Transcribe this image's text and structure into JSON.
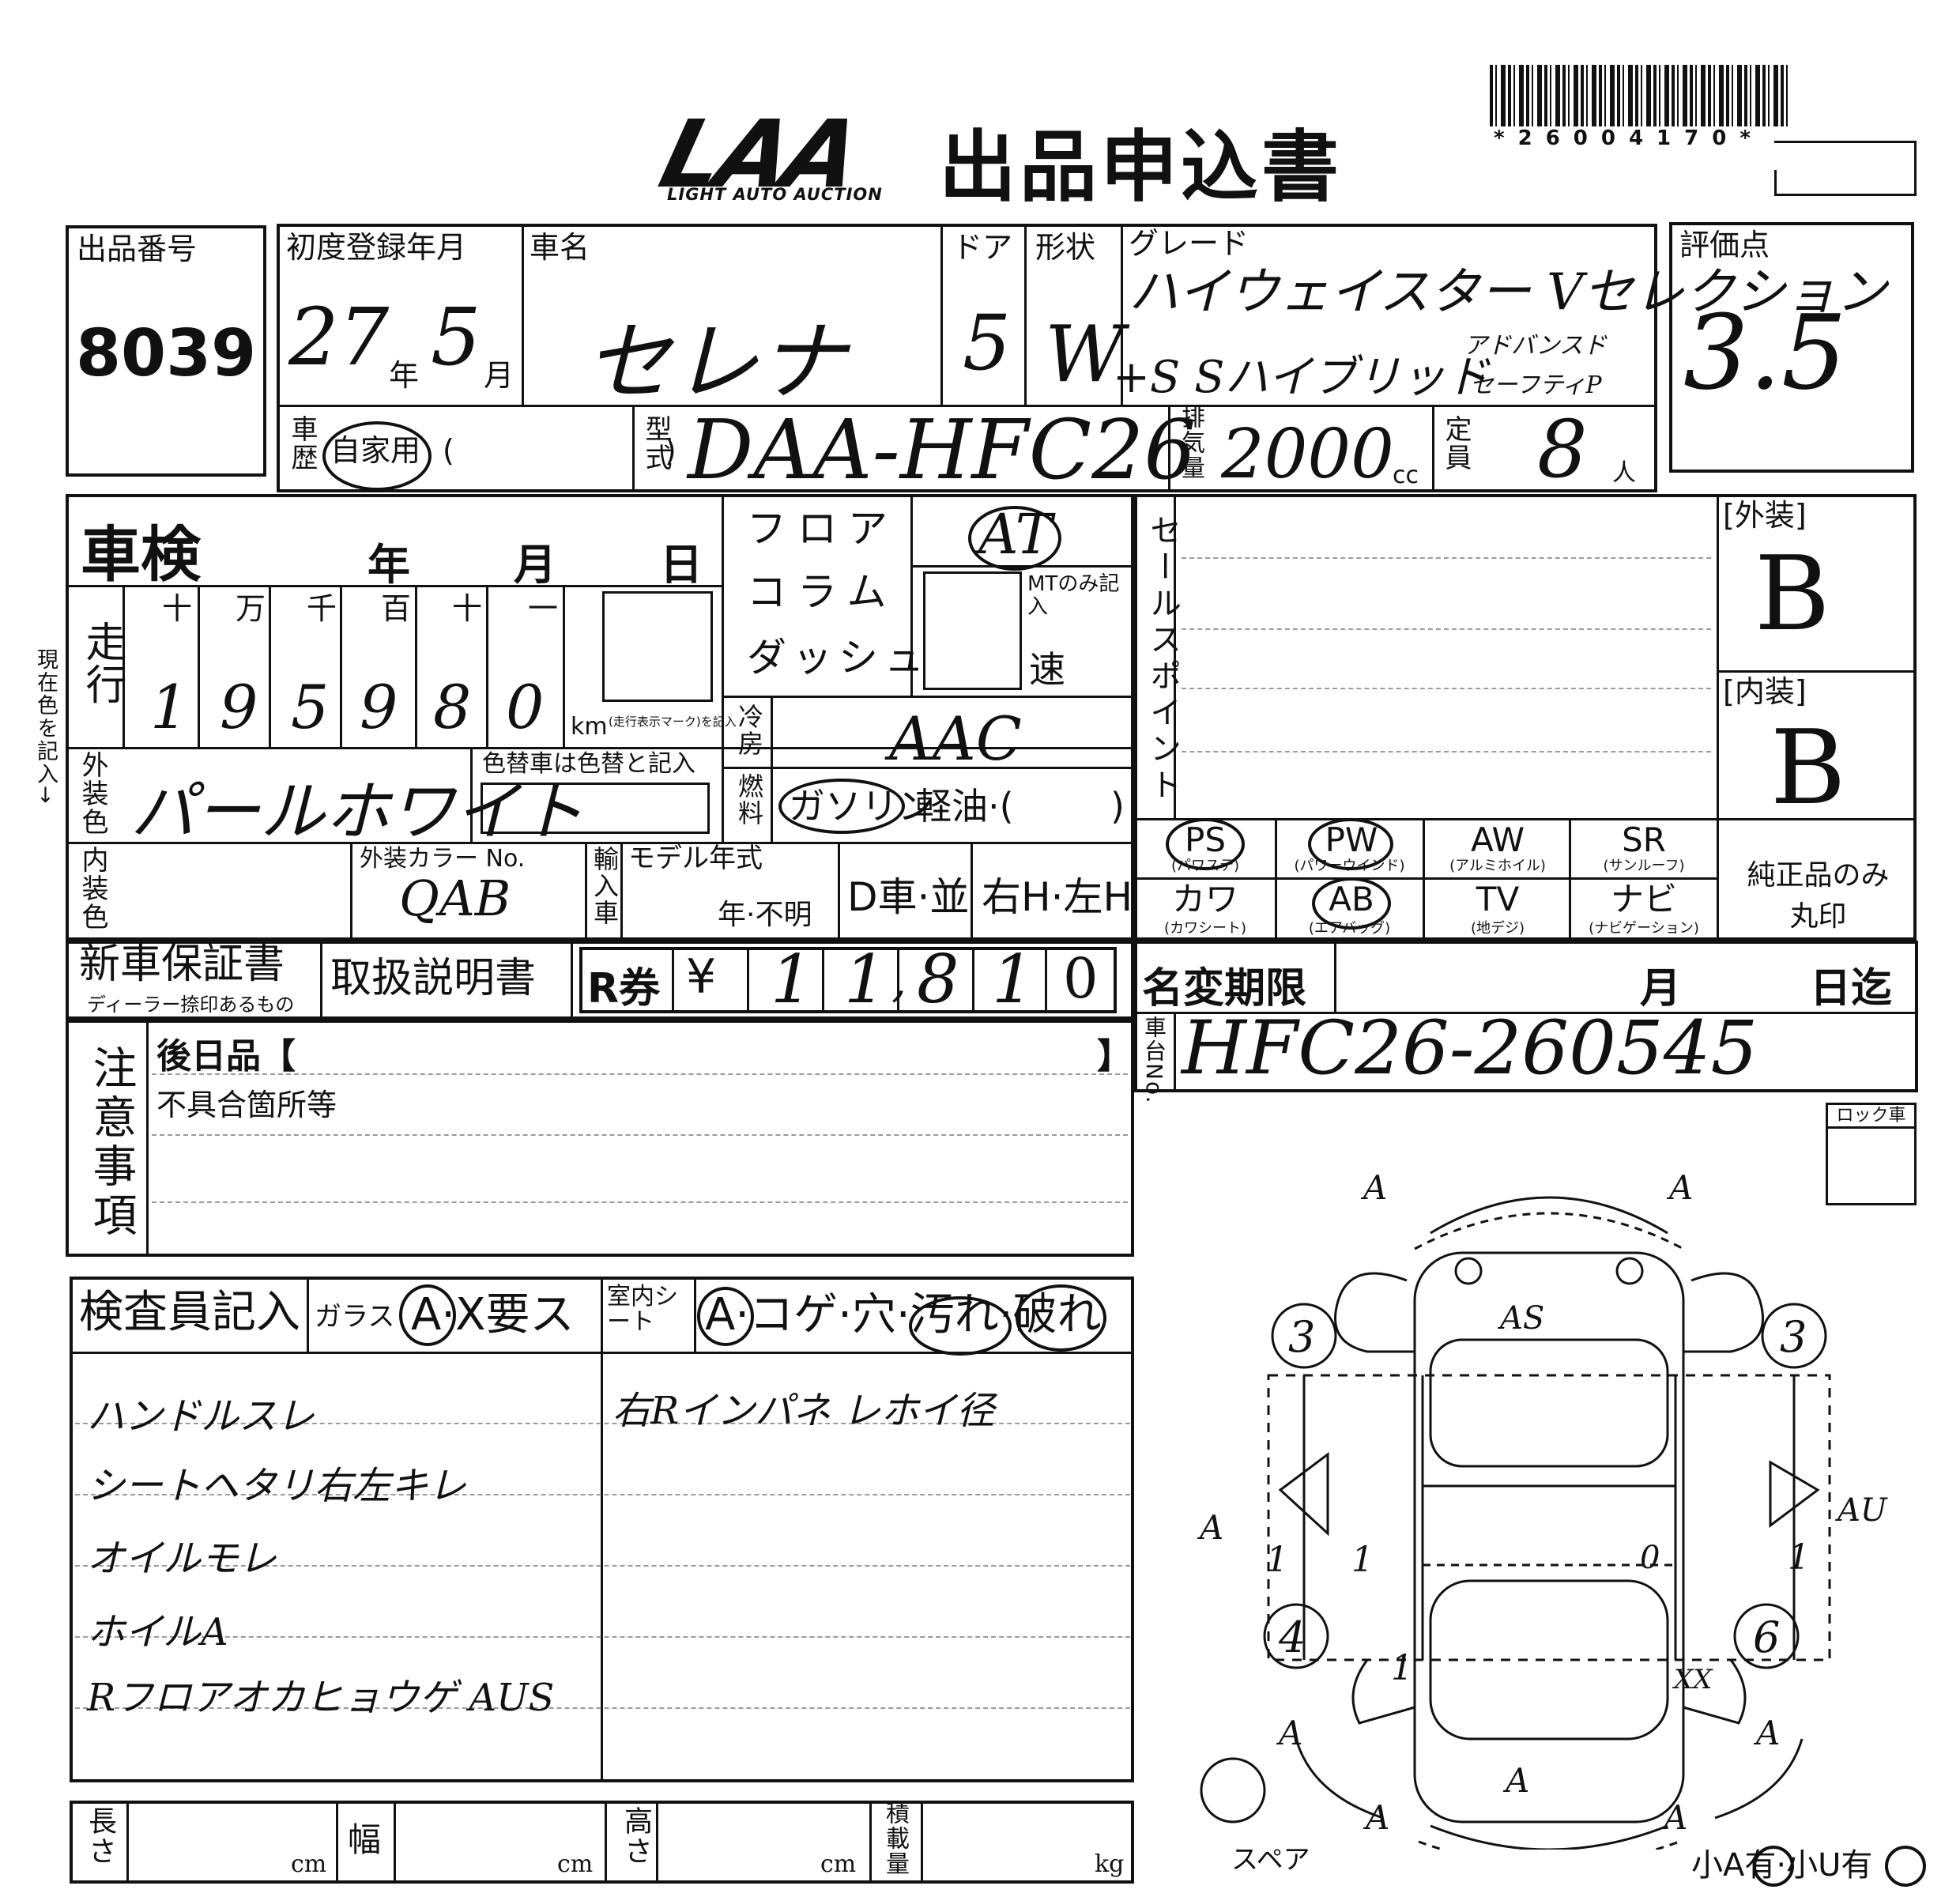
{
  "header": {
    "logo_text": "LAA",
    "logo_sub": "LIGHT AUTO AUCTION",
    "title": "出品申込書",
    "barcode_number": "*26004170*"
  },
  "labels": {
    "lot_number": "出品番号",
    "first_reg": "初度登録年月",
    "car_name": "車名",
    "doors": "ドア",
    "body_shape": "形状",
    "grade": "グレード",
    "score": "評価点",
    "history": "車歴",
    "history_private": "自家用",
    "history_paren": "(　　　　　　　)",
    "model_type": "型式",
    "displacement": "排気量",
    "cc": "cc",
    "capacity": "定員",
    "person": "人",
    "year_kanji": "年",
    "month_kanji": "月",
    "shaken": "車検",
    "shaken_year": "年",
    "shaken_month": "月",
    "shaken_day": "日",
    "floor": "フロア",
    "column": "コラム",
    "dash": "ダッシュ",
    "mt_only": "MTのみ記入",
    "speed": "速",
    "mileage": "走行",
    "digits": [
      "十",
      "万",
      "千",
      "百",
      "十",
      "一"
    ],
    "km": "km",
    "km_note": "(走行表示マーク)を記入",
    "aircon": "冷房",
    "fuel": "燃料",
    "fuel_gasoline": "ガソリン",
    "fuel_diesel": "軽油·(",
    "fuel_close": ")",
    "ext_color": "外装色",
    "color_change": "色替車は色替と記入",
    "int_color": "内装色",
    "color_no": "外装カラー No.",
    "import": "輸入車",
    "model_year": "モデル年式",
    "year_unknown": "年·不明",
    "dealer": "D車·並",
    "handle": "右H·左H",
    "sales_point": "セールスポイント",
    "exterior": "[外装]",
    "interior": "[内装]",
    "ps": "PS",
    "ps_sub": "(パワステ)",
    "pw": "PW",
    "pw_sub": "(パワーウインド)",
    "aw": "AW",
    "aw_sub": "(アルミホイル)",
    "sr": "SR",
    "sr_sub": "(サンルーフ)",
    "leather": "カワ",
    "leather_sub": "(カワシート)",
    "ab": "AB",
    "ab_sub": "(エアバッグ)",
    "tv": "TV",
    "tv_sub": "(地デジ)",
    "navi": "ナビ",
    "navi_sub": "(ナビゲーション)",
    "genuine_only": "純正品のみ",
    "circle_mark": "丸印",
    "warranty": "新車保証書",
    "warranty_sub": "ディーラー捺印あるもの",
    "manual": "取扱説明書",
    "r_ticket": "R券",
    "yen": "¥",
    "name_change": "名変期限",
    "nc_month": "月",
    "nc_day": "日迄",
    "chassis": "車台No.",
    "notes": "注意事項",
    "later_items": "後日品【",
    "later_close": "】",
    "defects": "不具合箇所等",
    "inspector": "検査員記入",
    "glass": "ガラス",
    "glass_opts": "A·X要ス",
    "seat": "室内シート",
    "seat_opts": "A·コゲ·穴·汚れ·破れ",
    "lock": "ロック車",
    "spare": "スペア",
    "length": "長さ",
    "width": "幅",
    "height": "高さ",
    "load": "積載量",
    "cm": "cm",
    "kg": "kg",
    "side_note": "現在色を記入→",
    "small_a": "小A有·小U有"
  },
  "values": {
    "lot_number": "8039",
    "reg_year": "27",
    "reg_month": "5",
    "car_name": "セレナ",
    "doors": "5",
    "body_shape": "W",
    "grade_line1": "ハイウェイスター Vセレクション",
    "grade_line2": "+S Sハイブリッド",
    "grade_line3a": "アドバンスド",
    "grade_line3b": "セーフティP",
    "score": "3.5",
    "model_type": "DAA-HFC26",
    "displacement": "2000",
    "capacity": "8",
    "transmission": "AT",
    "mileage_digits": [
      "1",
      "9",
      "5",
      "9",
      "8",
      "0"
    ],
    "aircon": "AAC",
    "ext_color": "パールホワイト",
    "color_no": "QAB",
    "exterior_grade": "B",
    "interior_grade": "B",
    "r_ticket_digits": [
      "1",
      "1",
      "8",
      "1",
      "0"
    ],
    "r_ticket_comma": ",",
    "chassis_no": "HFC26-260545",
    "inspector_notes": [
      "ハンドルスレ",
      "シートヘタリ右左キレ",
      "オイルモレ",
      "ホイルA",
      "Rフロアオカヒョウゲ AUS"
    ],
    "inspector_note_right": "右Rインパネ レホイ径"
  },
  "diagram": {
    "marks": [
      "A",
      "A",
      "AS",
      "3",
      "3",
      "A",
      "AU",
      "1",
      "1",
      "1",
      "0",
      "4",
      "6",
      "1",
      "XX",
      "A",
      "A",
      "A",
      "A",
      "A"
    ]
  }
}
